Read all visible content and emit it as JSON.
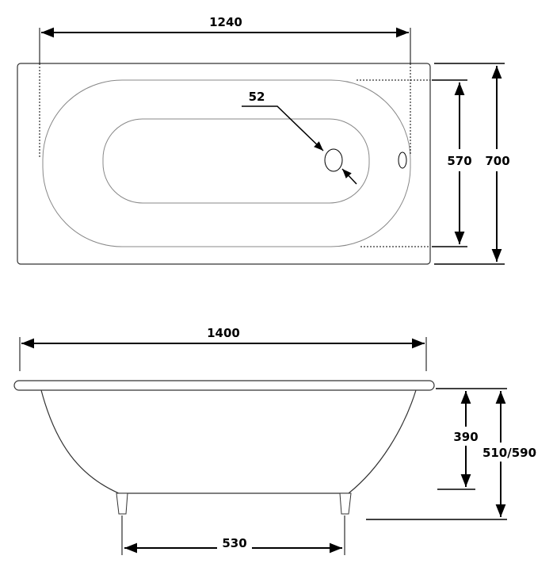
{
  "top_view": {
    "length_label": "1240",
    "inner_width_label": "570",
    "outer_width_label": "700",
    "drain_label": "52"
  },
  "side_view": {
    "length_label": "1400",
    "depth_label": "390",
    "height_label": "510/590",
    "feet_spacing_label": "530"
  },
  "colors": {
    "line": "#000000",
    "outline": "#888888"
  }
}
